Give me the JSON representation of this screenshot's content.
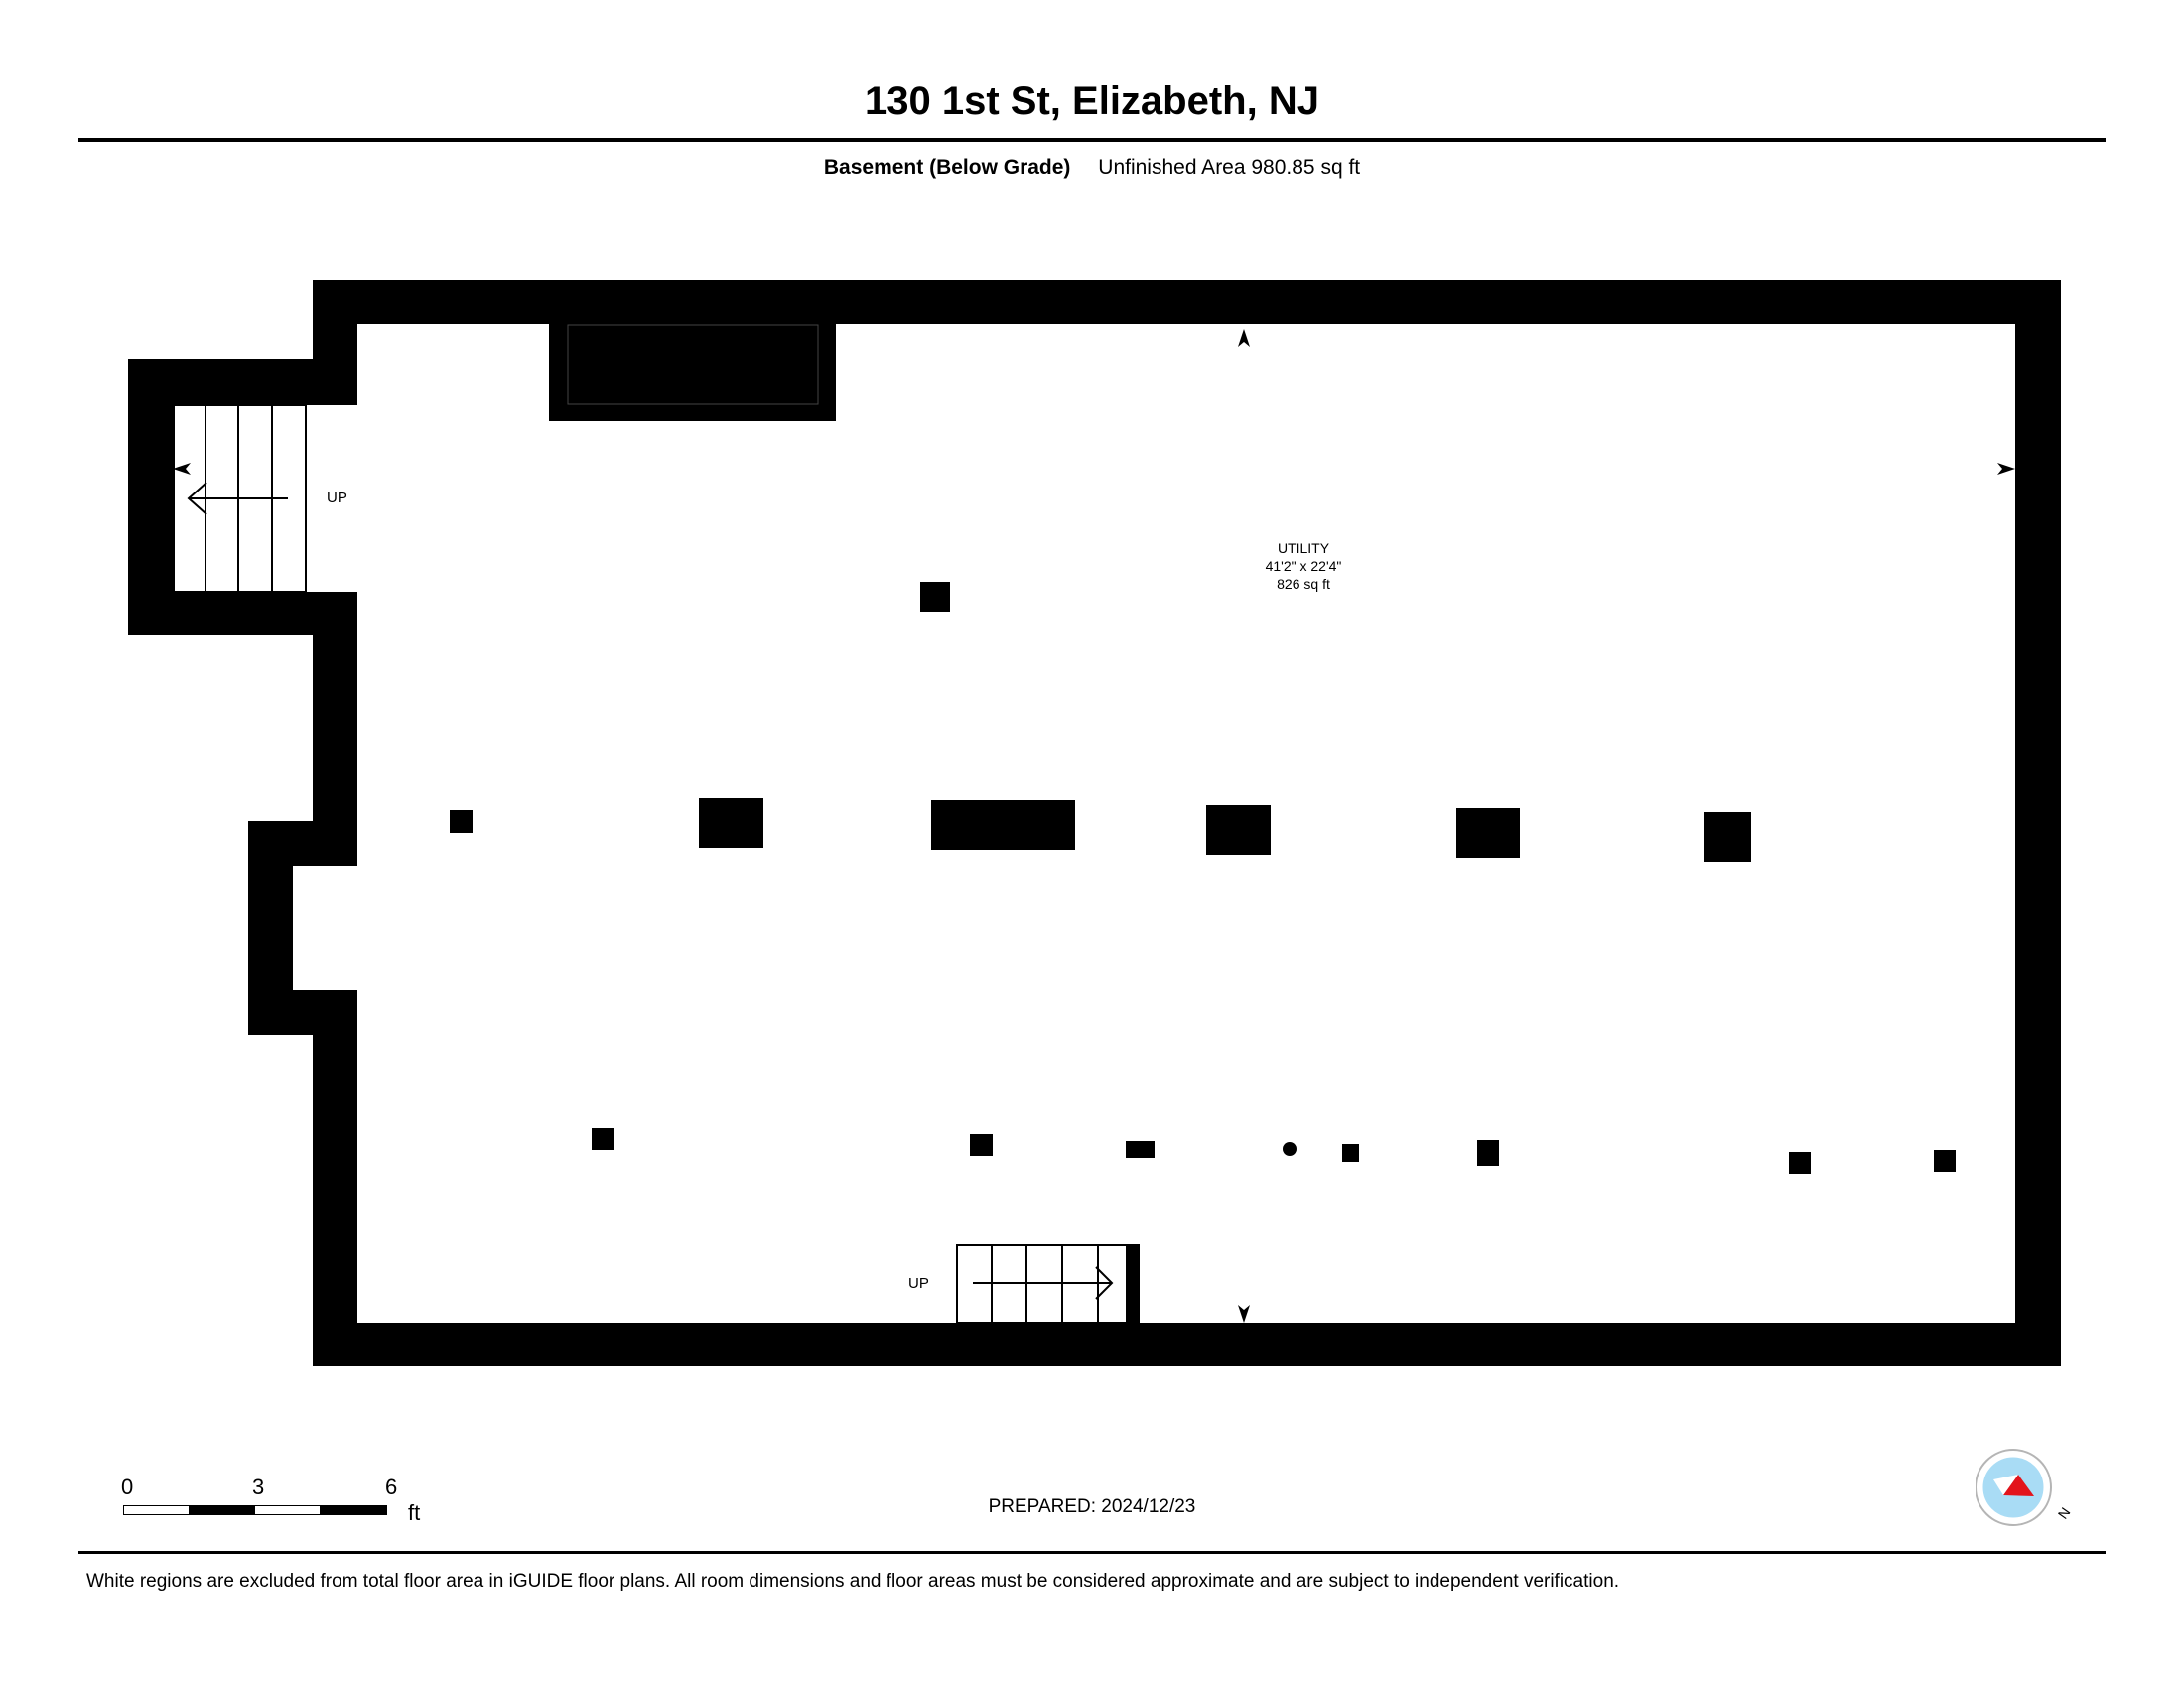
{
  "header": {
    "title": "130 1st St, Elizabeth, NJ",
    "level_name": "Basement (Below Grade)",
    "area_text": "Unfinished Area 980.85 sq ft"
  },
  "plan": {
    "room": {
      "name": "UTILITY",
      "dimensions": "41'2\" x 22'4\"",
      "area": "826 sq ft"
    },
    "stairs": [
      {
        "label": "UP",
        "direction": "west"
      },
      {
        "label": "UP",
        "direction": "east"
      }
    ]
  },
  "scale_bar": {
    "ticks": [
      "0",
      "3",
      "6"
    ],
    "unit": "ft"
  },
  "prepared": "PREPARED: 2024/12/23",
  "compass": {
    "letter": "N",
    "icon": "compass-icon",
    "needle_color": "#e3141b",
    "dial_color": "#a9dcf5"
  },
  "footer": {
    "disclaimer": "White regions are excluded from total floor area in iGUIDE floor plans. All room dimensions and floor areas must be considered approximate and are subject to independent verification."
  }
}
